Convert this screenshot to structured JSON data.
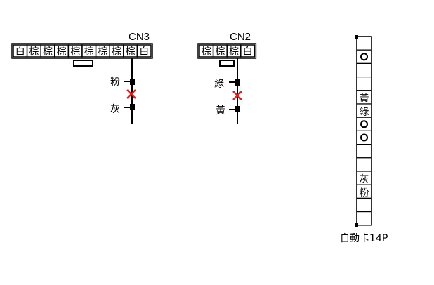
{
  "cn3": {
    "title": "CN3",
    "pins": [
      "白",
      "棕",
      "棕",
      "棕",
      "棕",
      "棕",
      "棕",
      "棕",
      "棕",
      "白"
    ],
    "wire_labels": [
      "粉",
      "灰"
    ]
  },
  "cn2": {
    "title": "CN2",
    "pins": [
      "棕",
      "棕",
      "棕",
      "白"
    ],
    "wire_labels": [
      "綠",
      "黃"
    ]
  },
  "card": {
    "caption": "自動卡14P",
    "slots": [
      "",
      "o",
      "",
      "",
      "黃",
      "綠",
      "o",
      "o",
      "",
      "",
      "灰",
      "粉",
      "",
      ""
    ]
  },
  "colors": {
    "line": "#000000",
    "cross": "#e02020",
    "background": "#ffffff"
  }
}
